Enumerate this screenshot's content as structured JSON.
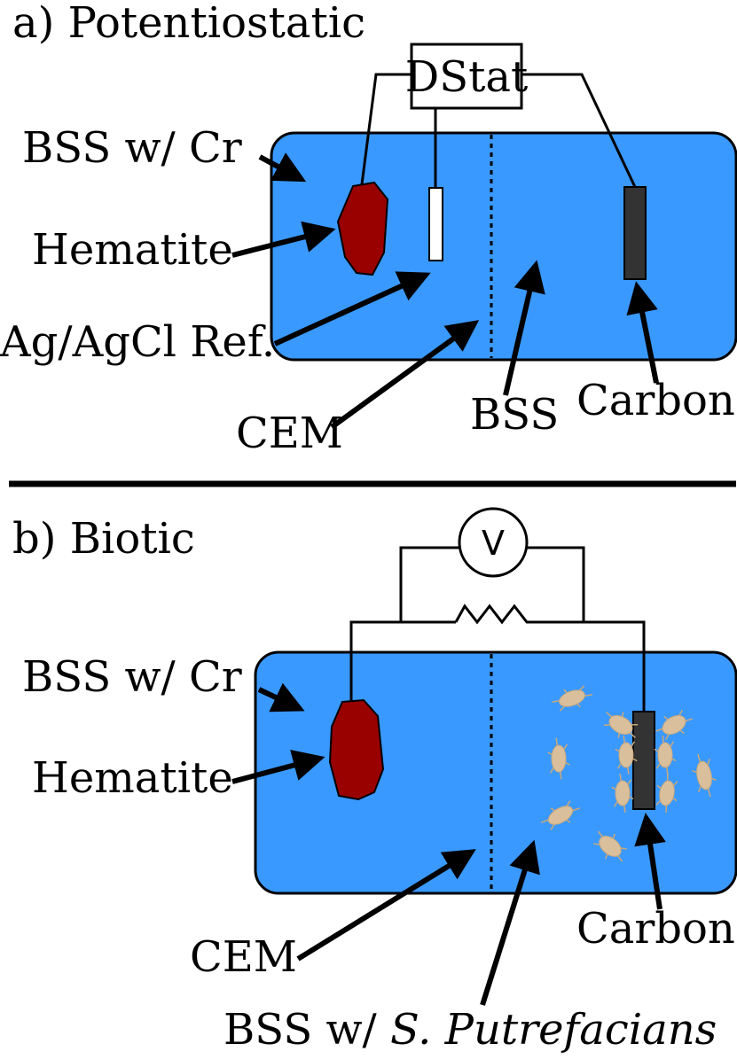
{
  "panel_a": {
    "title": "a) Potentiostatic",
    "instrument_label": "DStat",
    "labels": {
      "bss_cr": "BSS w/ Cr",
      "hematite": "Hematite",
      "ref": "Ag/AgCl Ref.",
      "cem": "CEM",
      "bss": "BSS",
      "carbon": "Carbon"
    }
  },
  "panel_b": {
    "title": "b) Biotic",
    "meter_label": "V",
    "labels": {
      "bss_cr": "BSS w/ Cr",
      "hematite": "Hematite",
      "cem": "CEM",
      "bss_prefix": "BSS w/ ",
      "organism": "S. Putrefacians",
      "carbon": "Carbon"
    }
  },
  "colors": {
    "solution": "#3a99ff",
    "hematite": "#990000",
    "carbon_electrode": "#333333",
    "reference_electrode": "#ffffff",
    "bacteria": "#d9bf9c",
    "bacteria_outline": "#c9a97c"
  }
}
